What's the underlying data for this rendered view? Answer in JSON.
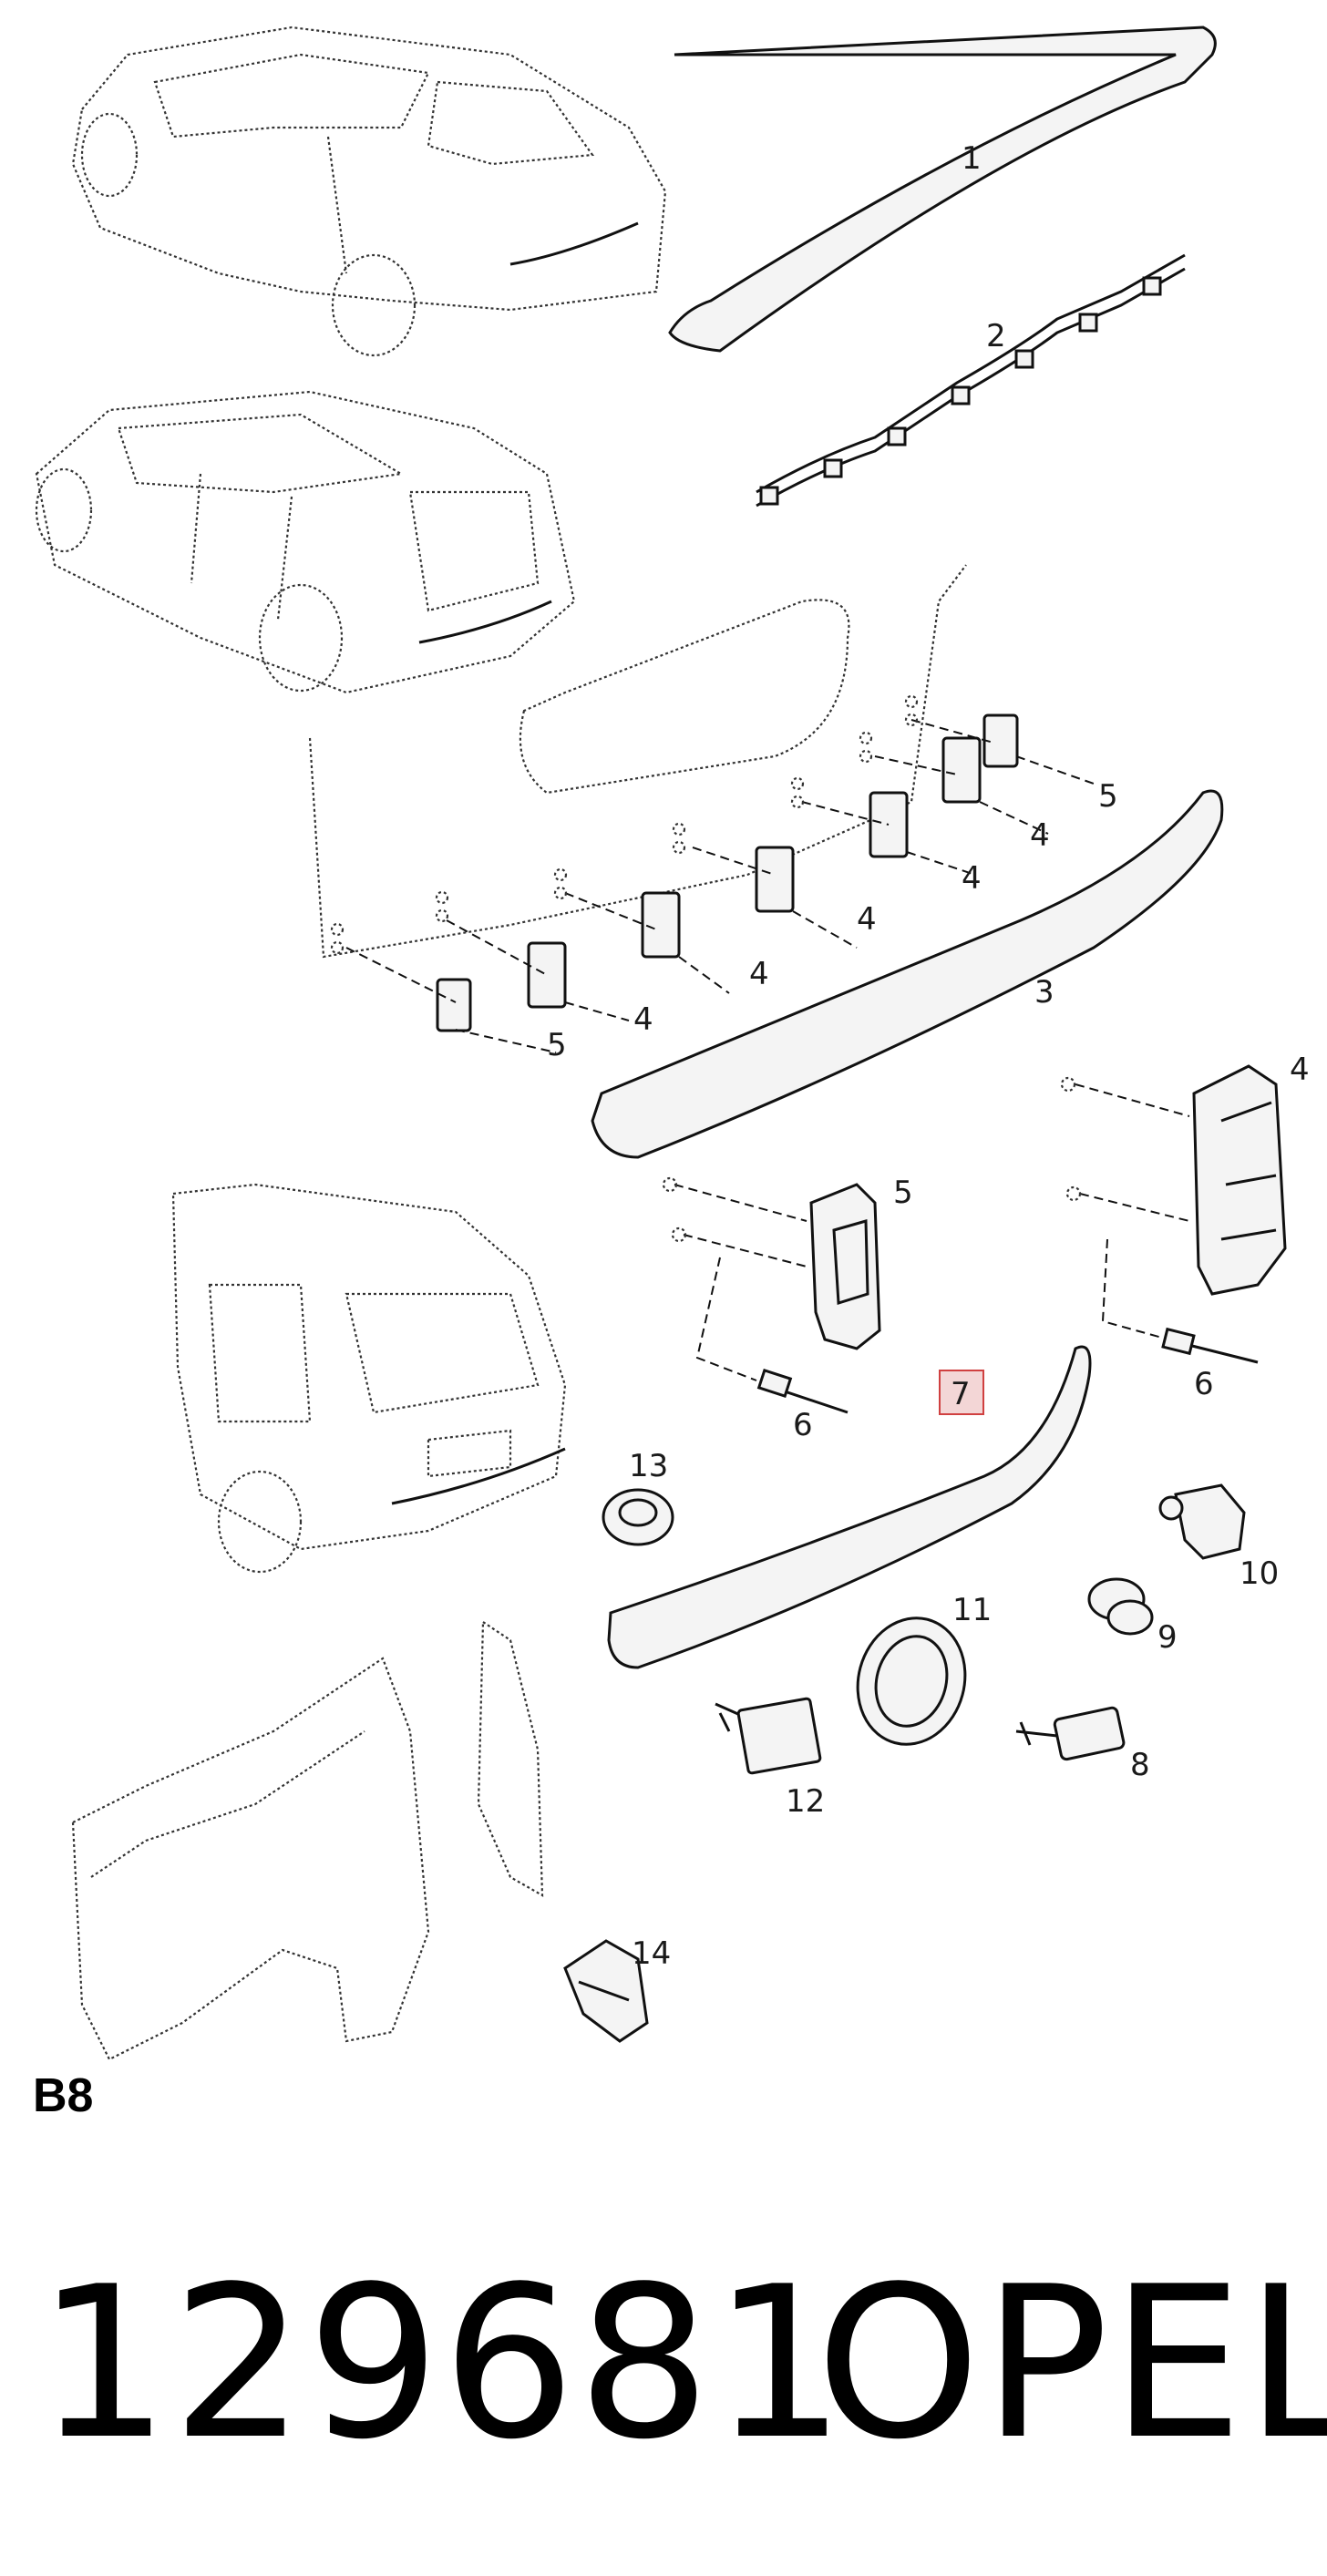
{
  "diagram": {
    "section_label": "B8",
    "callouts": [
      "1",
      "2",
      "3",
      "4",
      "5",
      "6",
      "7",
      "8",
      "9",
      "10",
      "11",
      "12",
      "13",
      "14"
    ],
    "highlighted_callout": "7",
    "highlight_color": "#d04040",
    "line_color": "#1a1a1a"
  },
  "footer": {
    "part_number": "129681",
    "brand": "OPEL"
  }
}
